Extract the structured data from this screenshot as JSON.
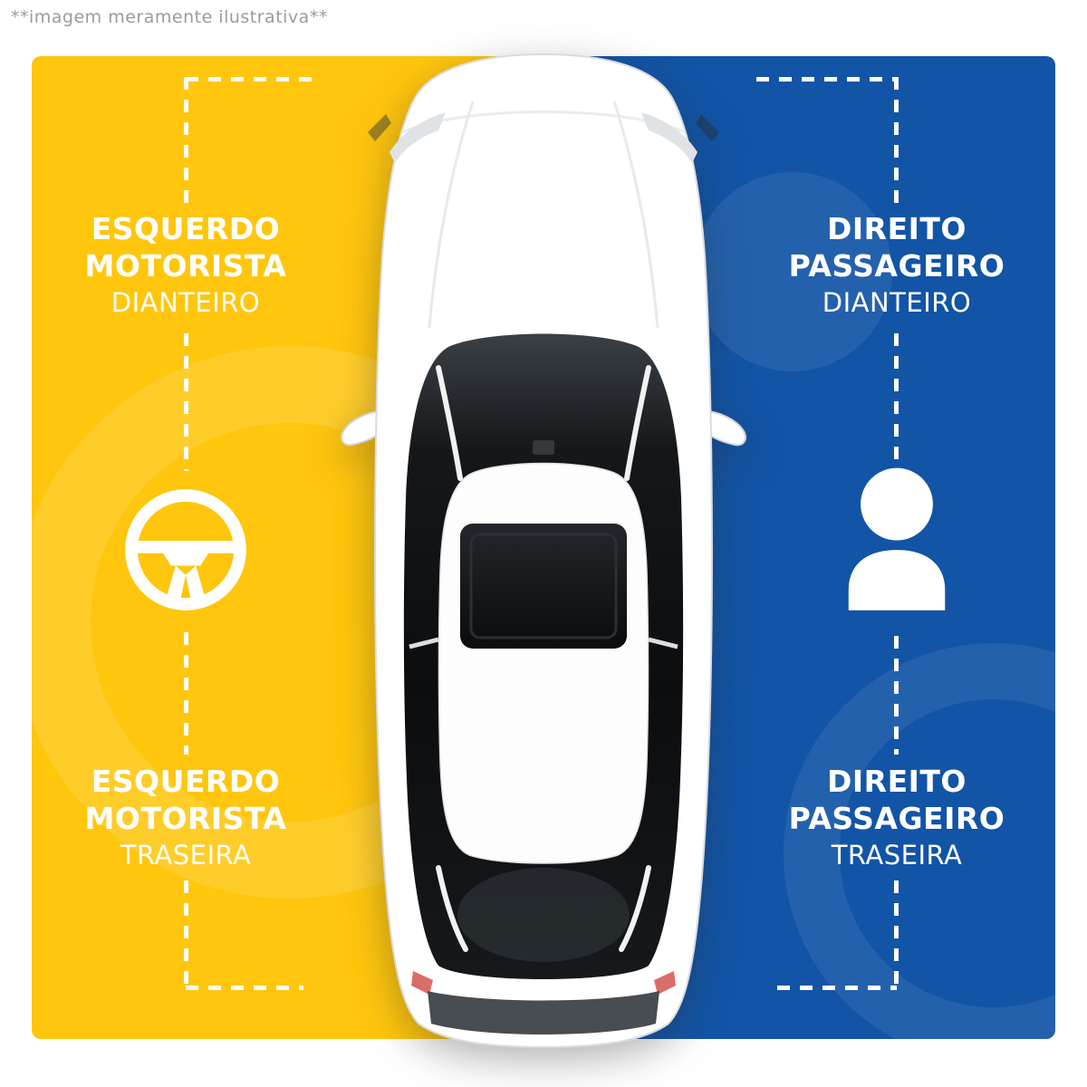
{
  "disclaimer": "**imagem meramente ilustrativa**",
  "labels": {
    "left_front": {
      "l1": "ESQUERDO",
      "l2": "MOTORISTA",
      "l3": "DIANTEIRO"
    },
    "left_rear": {
      "l1": "ESQUERDO",
      "l2": "MOTORISTA",
      "l3": "TRASEIRA"
    },
    "right_front": {
      "l1": "DIREITO",
      "l2": "PASSAGEIRO",
      "l3": "DIANTEIRO"
    },
    "right_rear": {
      "l1": "DIREITO",
      "l2": "PASSAGEIRO",
      "l3": "TRASEIRA"
    }
  },
  "icons": {
    "left": "steering-wheel-icon",
    "right": "person-icon"
  },
  "colors": {
    "driver_side_yellow": "#FFC60D",
    "passenger_side_blue": "#1254A6",
    "label_text": "#FFFFFF",
    "disclaimer_text": "#9B9B9B"
  }
}
